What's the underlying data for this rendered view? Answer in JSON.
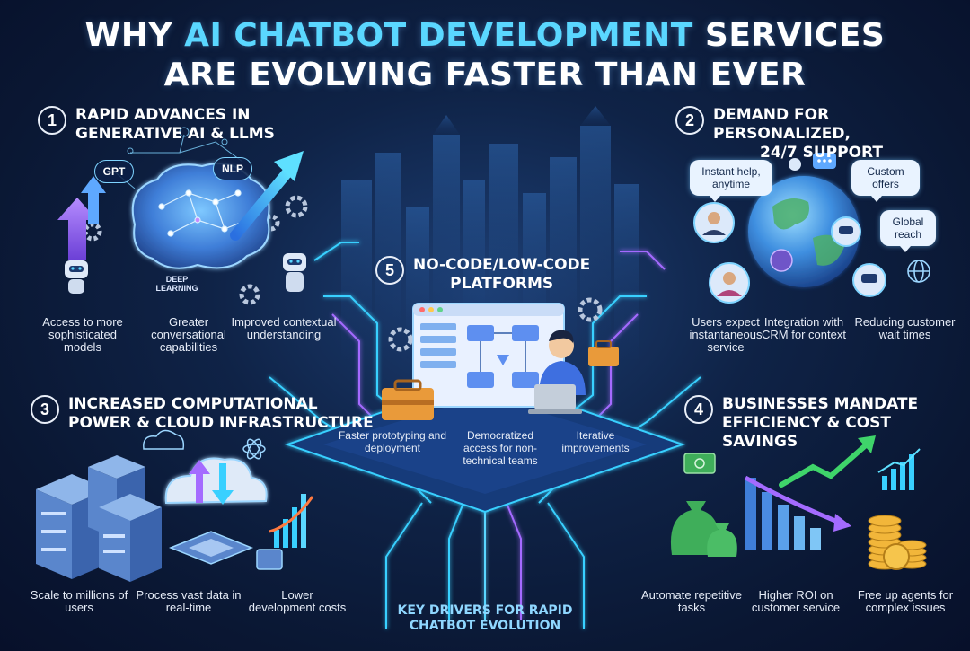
{
  "title": {
    "line1_pre": "WHY ",
    "line1_accent": "AI CHATBOT DEVELOPMENT",
    "line1_post": " SERVICES",
    "line2": "ARE EVOLVING FASTER THAN EVER"
  },
  "sections": {
    "s1": {
      "number": "1",
      "title_l1": "RAPID ADVANCES IN",
      "title_l2": "GENERATIVE AI & LLMS",
      "chips": {
        "gpt": "GPT",
        "nlp": "NLP"
      },
      "brain_label_l1": "DEEP",
      "brain_label_l2": "LEARNING",
      "captions": [
        "Access to more sophisticated models",
        "Greater conversational capabilities",
        "Improved contextual understanding"
      ]
    },
    "s2": {
      "number": "2",
      "title_l1": "DEMAND FOR PERSONALIZED,",
      "title_l2": "24/7 SUPPORT",
      "bubbles": [
        "Instant help, anytime",
        "Custom offers",
        "Global reach"
      ],
      "captions": [
        "Users expect instantaneous service",
        "Integration with CRM for context",
        "Reducing customer wait times"
      ]
    },
    "s3": {
      "number": "3",
      "title_l1": "INCREASED COMPUTATIONAL",
      "title_l2": "POWER & CLOUD INFRASTRUCTURE",
      "captions": [
        "Scale to millions of users",
        "Process vast data in real-time",
        "Lower development costs"
      ]
    },
    "s4": {
      "number": "4",
      "title_l1": "BUSINESSES MANDATE",
      "title_l2": "EFFICIENCY & COST SAVINGS",
      "captions": [
        "Automate repetitive tasks",
        "Higher ROI on customer service",
        "Free up agents for complex issues"
      ]
    },
    "s5": {
      "number": "5",
      "title_l1": "NO-CODE/LOW-CODE",
      "title_l2": "PLATFORMS",
      "captions": [
        "Faster prototyping and deployment",
        "Democratized access for non-technical teams",
        "Iterative improvements"
      ]
    }
  },
  "footer": {
    "l1": "KEY DRIVERS FOR RAPID",
    "l2": "CHATBOT EVOLUTION"
  },
  "colors": {
    "accent": "#5ad7ff",
    "background": "#0f2347",
    "glow_cyan": "#39d0ff",
    "glow_purple": "#a46bff",
    "money_green": "#3fae5a",
    "coin_gold": "#f2b63a"
  },
  "icons": [
    "gpt-chip",
    "nlp-chip",
    "brain-icon",
    "robot-icon",
    "gear-icon",
    "up-arrow-icon",
    "globe-icon",
    "person-icon",
    "chat-bubble-icon",
    "server-icon",
    "cloud-icon",
    "cpu-chip-icon",
    "bar-chart-icon",
    "money-bag-icon",
    "coin-stack-icon",
    "laptop-icon",
    "toolbox-icon",
    "briefcase-icon",
    "dashboard-window-icon",
    "city-skyline"
  ]
}
